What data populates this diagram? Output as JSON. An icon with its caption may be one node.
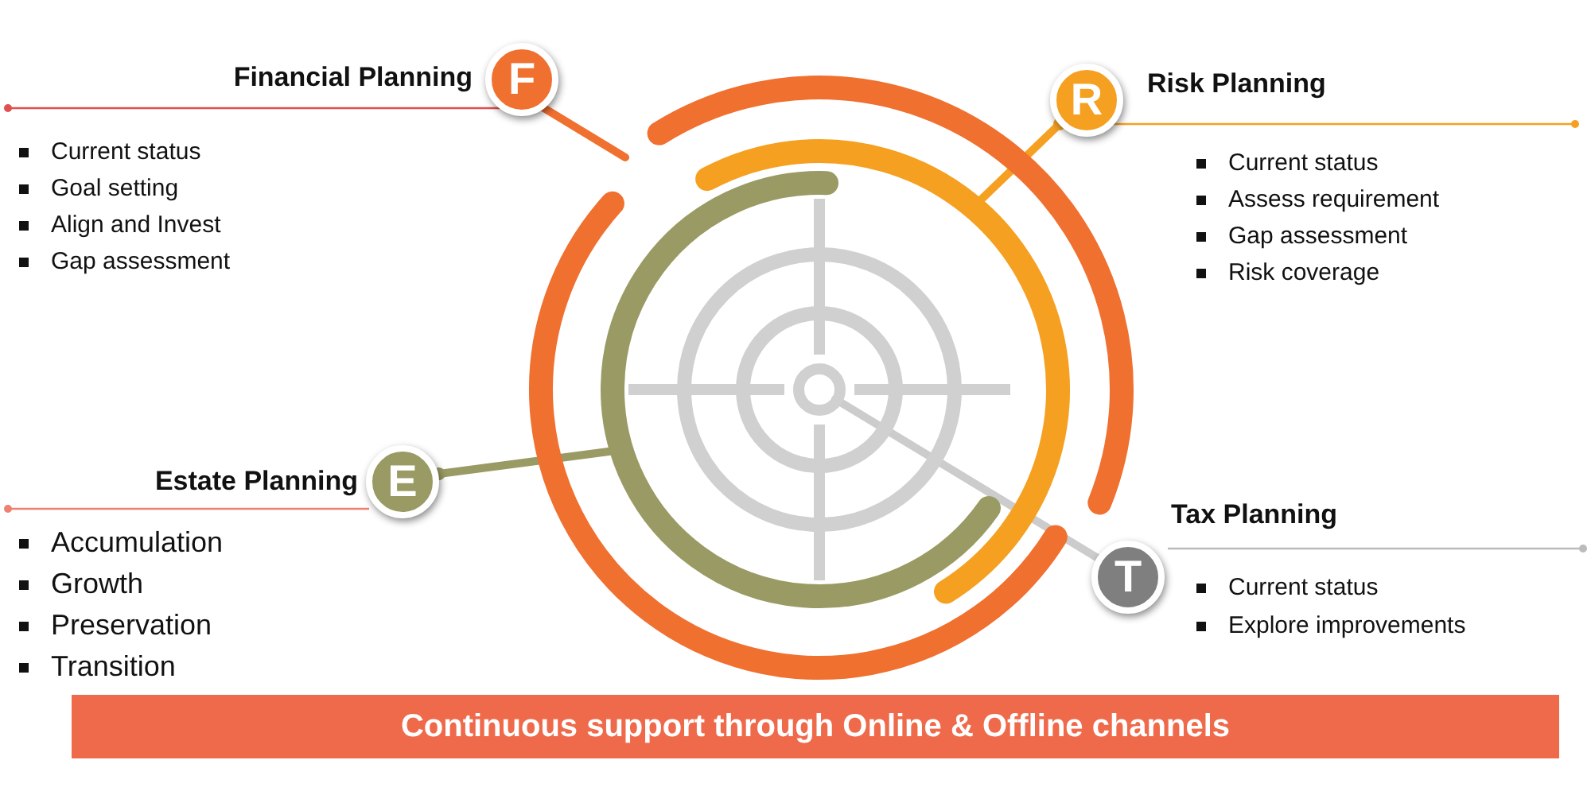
{
  "diagram": {
    "nodes": [
      {
        "text": [
          "Financial Planning",
          "F"
        ],
        "beside": [
          "Current status",
          "Goal setting",
          "Align and Invest",
          "Gap assessment"
        ]
      },
      {
        "text": [
          "R",
          "Risk Planning"
        ],
        "beside": [
          "Current status",
          "Assess requirement",
          "Gap assessment",
          "Risk coverage"
        ]
      },
      {
        "text": [],
        "shape": "circle"
      },
      {
        "text": [
          "Estate Planning",
          "E"
        ],
        "beside": [
          "Accumulation",
          "Growth",
          "Preservation",
          "Transition"
        ]
      },
      {
        "text": [
          "T",
          "Tax Planning"
        ],
        "beside": [
          "Current status",
          "Explore improvements"
        ]
      },
      {
        "text": [
          "Continuous support through Online & Offline channels"
        ]
      }
    ],
    "edges": [
      {
        "from": 0,
        "to": 2,
        "arrow": "other",
        "color": "#f07030"
      },
      {
        "from": 1,
        "to": 2,
        "arrow": "other",
        "color": "#f5a020"
      },
      {
        "from": 3,
        "to": 2,
        "arrow": "other",
        "color": "#9a9a64"
      },
      {
        "from": 4,
        "to": 2,
        "arrow": "none",
        "color": "#cccccc"
      }
    ]
  }
}
